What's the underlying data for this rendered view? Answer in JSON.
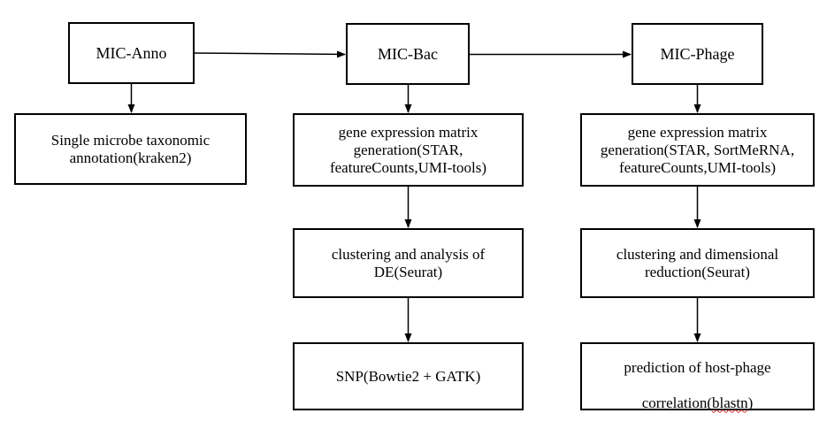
{
  "diagram": {
    "nodes": {
      "mic_anno": "MIC-Anno",
      "mic_bac": "MIC-Bac",
      "mic_phage": "MIC-Phage",
      "taxonomic_annotation": "Single microbe taxonomic\nannotation(kraken2)",
      "bac_gene_expression": "gene expression matrix\ngeneration(STAR,\nfeatureCounts,UMI-tools)",
      "bac_clustering": "clustering and analysis of\nDE(Seurat)",
      "bac_snp": "SNP(Bowtie2 + GATK)",
      "phage_gene_expression": "gene expression matrix\ngeneration(STAR, SortMeRNA,\nfeatureCounts,UMI-tools)",
      "phage_clustering": "clustering and dimensional\nreduction(Seurat)",
      "phage_prediction_line1": "prediction of host-phage",
      "phage_prediction_line2_a": "correlation(",
      "phage_prediction_line2_b": "blastn",
      "phage_prediction_line2_c": ")"
    },
    "edges": [
      {
        "from": "MIC-Anno",
        "to": "MIC-Bac"
      },
      {
        "from": "MIC-Bac",
        "to": "MIC-Phage"
      },
      {
        "from": "MIC-Anno",
        "to": "Single microbe taxonomic annotation(kraken2)"
      },
      {
        "from": "MIC-Bac",
        "to": "gene expression matrix generation(STAR, featureCounts,UMI-tools)"
      },
      {
        "from": "gene expression matrix generation(STAR, featureCounts,UMI-tools)",
        "to": "clustering and analysis of DE(Seurat)"
      },
      {
        "from": "clustering and analysis of DE(Seurat)",
        "to": "SNP(Bowtie2 + GATK)"
      },
      {
        "from": "MIC-Phage",
        "to": "gene expression matrix generation(STAR, SortMeRNA, featureCounts,UMI-tools)"
      },
      {
        "from": "gene expression matrix generation(STAR, SortMeRNA, featureCounts,UMI-tools)",
        "to": "clustering and dimensional reduction(Seurat)"
      },
      {
        "from": "clustering and dimensional reduction(Seurat)",
        "to": "prediction of host-phage correlation(blastn)"
      }
    ]
  }
}
